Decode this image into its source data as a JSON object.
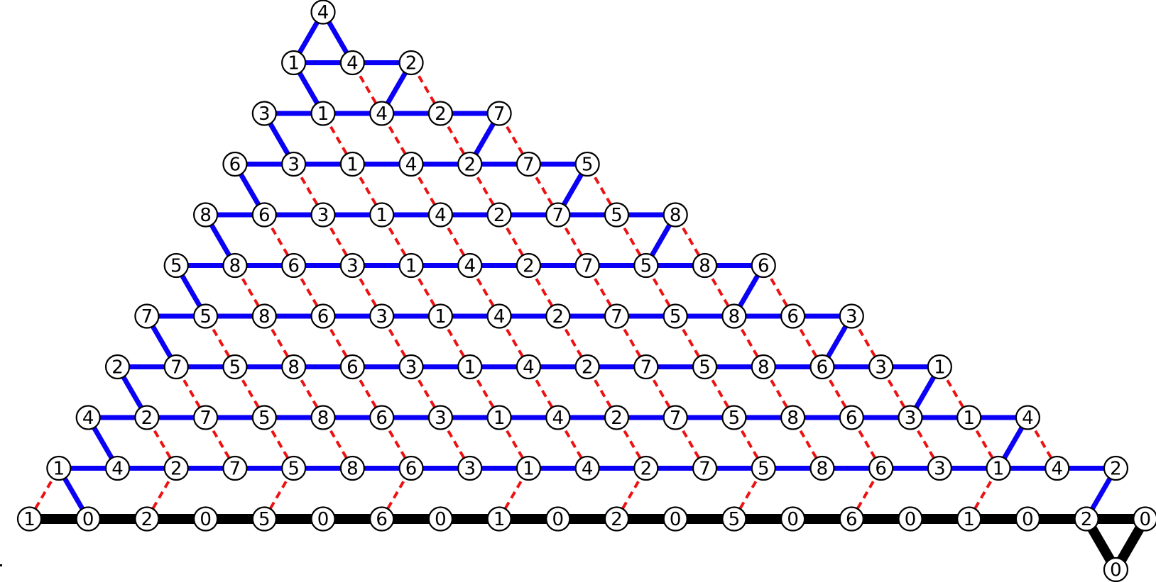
{
  "diagram": {
    "colors": {
      "solid_edge": "#0a00f5",
      "dashed_edge": "#ee1111",
      "base_edge": "#000000",
      "node_fill": "#ffffff",
      "node_stroke": "#000000"
    },
    "rows": [
      [
        "4"
      ],
      [
        "1",
        "4",
        "2"
      ],
      [
        "3",
        "1",
        "4",
        "2",
        "7"
      ],
      [
        "6",
        "3",
        "1",
        "4",
        "2",
        "7",
        "5"
      ],
      [
        "8",
        "6",
        "3",
        "1",
        "4",
        "2",
        "7",
        "5",
        "8"
      ],
      [
        "5",
        "8",
        "6",
        "3",
        "1",
        "4",
        "2",
        "7",
        "5",
        "8",
        "6"
      ],
      [
        "7",
        "5",
        "8",
        "6",
        "3",
        "1",
        "4",
        "2",
        "7",
        "5",
        "8",
        "6",
        "3"
      ],
      [
        "2",
        "7",
        "5",
        "8",
        "6",
        "3",
        "1",
        "4",
        "2",
        "7",
        "5",
        "8",
        "6",
        "3",
        "1"
      ],
      [
        "4",
        "2",
        "7",
        "5",
        "8",
        "6",
        "3",
        "1",
        "4",
        "2",
        "7",
        "5",
        "8",
        "6",
        "3",
        "1",
        "4"
      ],
      [
        "1",
        "4",
        "2",
        "7",
        "5",
        "8",
        "6",
        "3",
        "1",
        "4",
        "2",
        "7",
        "5",
        "8",
        "6",
        "3",
        "1",
        "4",
        "2"
      ],
      [
        "1",
        "0",
        "2",
        "0",
        "5",
        "0",
        "6",
        "0",
        "1",
        "0",
        "2",
        "0",
        "5",
        "0",
        "6",
        "0",
        "1",
        "0",
        "2",
        "0"
      ]
    ],
    "extra_node": "0"
  }
}
